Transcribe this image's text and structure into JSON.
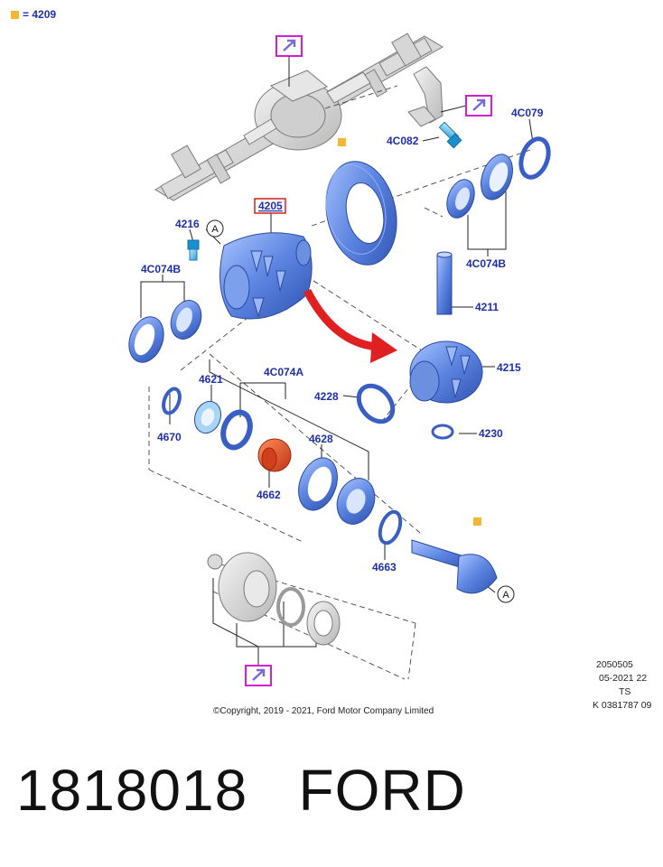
{
  "legend": {
    "marker_color": "#f5b731",
    "text": "= 4209"
  },
  "labels": {
    "l4C082": "4C082",
    "l4C079": "4C079",
    "l4205": "4205",
    "l4216": "4216",
    "l4C074B_left": "4C074B",
    "l4C074B_right": "4C074B",
    "l4211": "4211",
    "l4215": "4215",
    "l4228": "4228",
    "l4230": "4230",
    "l4621": "4621",
    "l4C074A": "4C074A",
    "l4670": "4670",
    "l4628": "4628",
    "l4662": "4662",
    "l4663": "4663"
  },
  "callouts": {
    "a1": "A",
    "a2": "A"
  },
  "icons": [
    "new-part-icon",
    "sub-assembly-marker"
  ],
  "colors": {
    "label": "#1f2fa8",
    "highlight_box": "#d21fd2",
    "red_box": "#d42020",
    "arrow": "#e02020",
    "part_blue": "#5b84e0",
    "part_orange": "#e2502a"
  },
  "meta": {
    "line1": "2050505",
    "line2": "05-2021 22",
    "line3": "TS",
    "line4": "K 0381787 09"
  },
  "copyright": "©Copyright, 2019 - 2021, Ford Motor Company Limited",
  "footer": {
    "part_number": "1818018",
    "brand": "FORD"
  }
}
